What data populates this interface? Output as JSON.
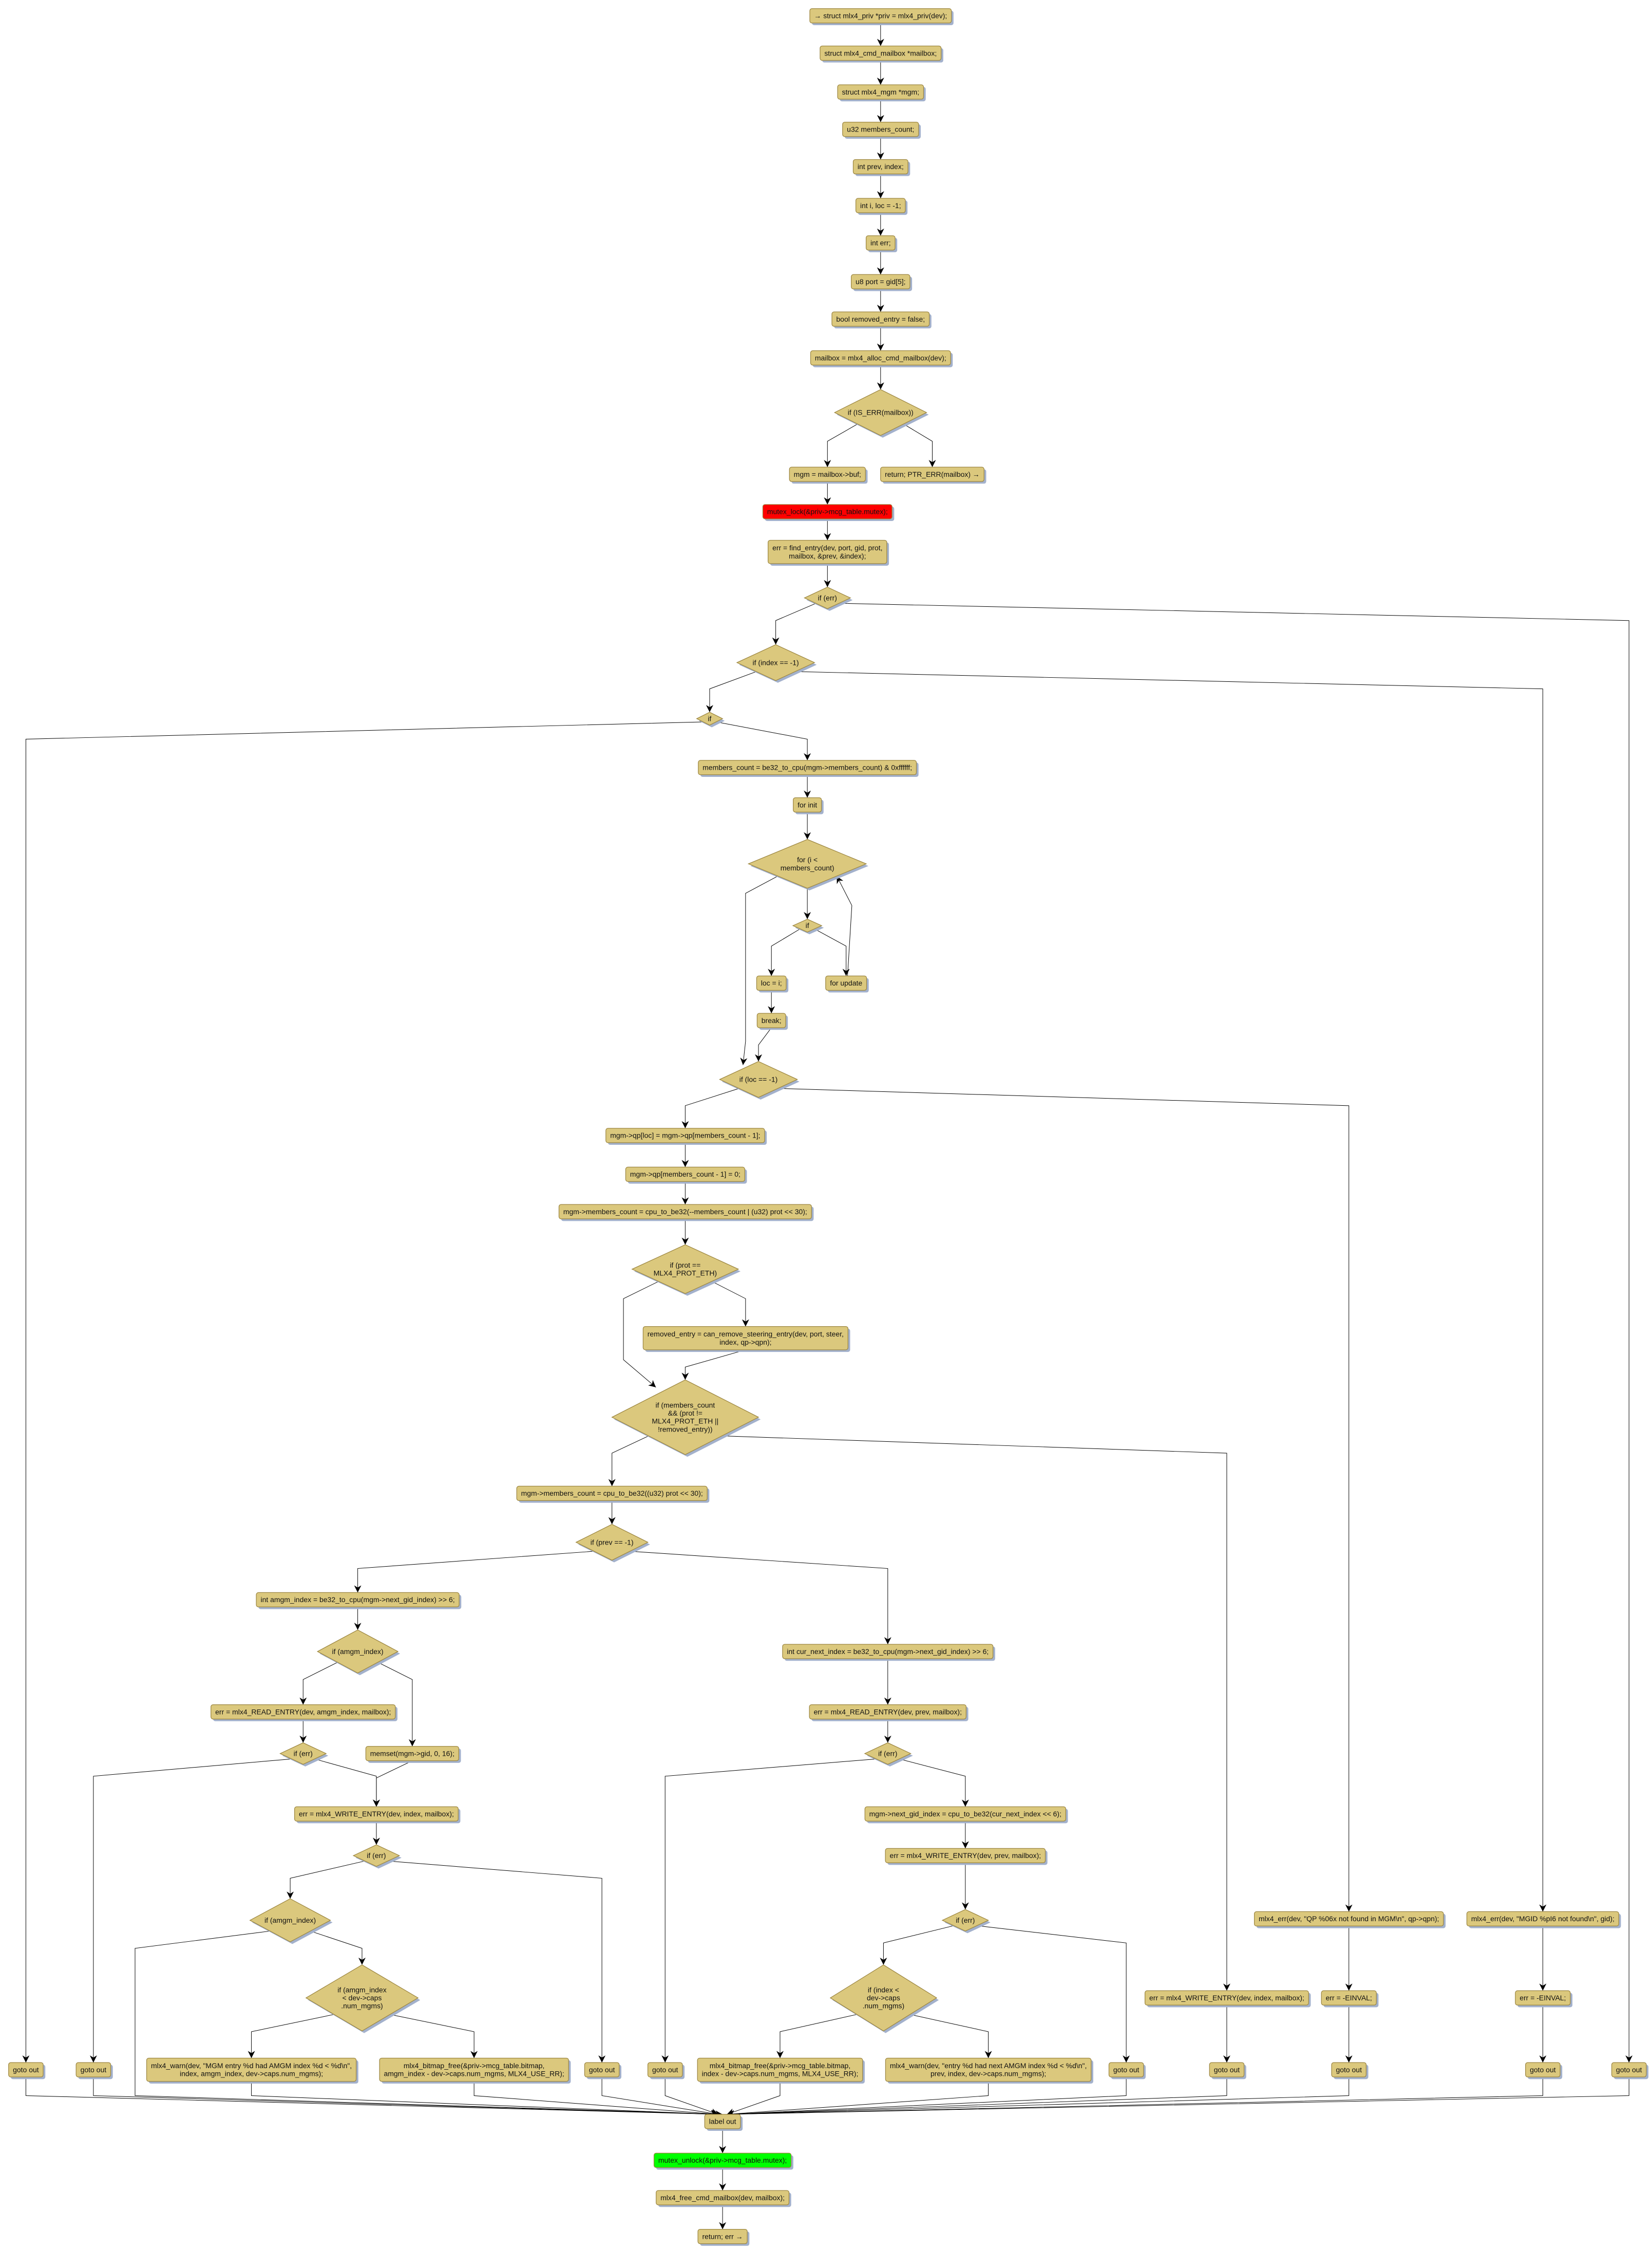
{
  "colors": {
    "node_fill": "#dbc87d",
    "node_border": "#9c8641",
    "lock": "#ff0000",
    "unlock": "#00ff00",
    "shadow": "#a3b1cc"
  },
  "nodes": [
    {
      "id": "n1",
      "kind": "box",
      "lines": [
        "→ struct mlx4_priv *priv = mlx4_priv(dev);"
      ]
    },
    {
      "id": "n2",
      "kind": "box",
      "lines": [
        "struct mlx4_cmd_mailbox *mailbox;"
      ]
    },
    {
      "id": "n3",
      "kind": "box",
      "lines": [
        "struct mlx4_mgm *mgm;"
      ]
    },
    {
      "id": "n4",
      "kind": "box",
      "lines": [
        "u32 members_count;"
      ]
    },
    {
      "id": "n5",
      "kind": "box",
      "lines": [
        "int prev, index;"
      ]
    },
    {
      "id": "n6",
      "kind": "box",
      "lines": [
        "int i, loc = -1;"
      ]
    },
    {
      "id": "n7",
      "kind": "box",
      "lines": [
        "int err;"
      ]
    },
    {
      "id": "n8",
      "kind": "box",
      "lines": [
        "u8 port = gid[5];"
      ]
    },
    {
      "id": "n9",
      "kind": "box",
      "lines": [
        "bool removed_entry = false;"
      ]
    },
    {
      "id": "n10",
      "kind": "box",
      "lines": [
        "mailbox = mlx4_alloc_cmd_mailbox(dev);"
      ]
    },
    {
      "id": "d1",
      "kind": "diamond",
      "lines": [
        "if (IS_ERR(mailbox))"
      ]
    },
    {
      "id": "n11",
      "kind": "box",
      "lines": [
        "mgm = mailbox->buf;"
      ]
    },
    {
      "id": "n12",
      "kind": "box",
      "lines": [
        "return; PTR_ERR(mailbox) →"
      ]
    },
    {
      "id": "n13",
      "kind": "box",
      "color": "red",
      "lines": [
        "mutex_lock(&priv->mcg_table.mutex);"
      ]
    },
    {
      "id": "n14",
      "kind": "box",
      "lines": [
        "err = find_entry(dev, port, gid, prot,",
        "mailbox, &prev, &index);"
      ]
    },
    {
      "id": "d2",
      "kind": "diamond",
      "lines": [
        "if (err)"
      ]
    },
    {
      "id": "d3",
      "kind": "diamond",
      "lines": [
        "if (index == -1)"
      ]
    },
    {
      "id": "d4",
      "kind": "diamond",
      "lines": [
        "if"
      ]
    },
    {
      "id": "n15",
      "kind": "box",
      "lines": [
        "members_count = be32_to_cpu(mgm->members_count) & 0xffffff;"
      ]
    },
    {
      "id": "n16",
      "kind": "box",
      "lines": [
        "for init"
      ]
    },
    {
      "id": "d5",
      "kind": "diamond",
      "lines": [
        "for (i <",
        "members_count)"
      ]
    },
    {
      "id": "d6",
      "kind": "diamond",
      "lines": [
        "if"
      ]
    },
    {
      "id": "n17",
      "kind": "box",
      "lines": [
        "loc = i;"
      ]
    },
    {
      "id": "n18",
      "kind": "box",
      "lines": [
        "for update"
      ]
    },
    {
      "id": "n19",
      "kind": "box",
      "lines": [
        "break;"
      ]
    },
    {
      "id": "d7",
      "kind": "diamond",
      "lines": [
        "if (loc == -1)"
      ]
    },
    {
      "id": "n20",
      "kind": "box",
      "lines": [
        "mgm->qp[loc] = mgm->qp[members_count - 1];"
      ]
    },
    {
      "id": "n21",
      "kind": "box",
      "lines": [
        "mgm->qp[members_count - 1] = 0;"
      ]
    },
    {
      "id": "n22",
      "kind": "box",
      "lines": [
        "mgm->members_count = cpu_to_be32(--members_count | (u32) prot << 30);"
      ]
    },
    {
      "id": "d8",
      "kind": "diamond",
      "lines": [
        "if (prot ==",
        "MLX4_PROT_ETH)"
      ]
    },
    {
      "id": "n23",
      "kind": "box",
      "lines": [
        "removed_entry = can_remove_steering_entry(dev, port, steer,",
        "index, qp->qpn);"
      ]
    },
    {
      "id": "d9",
      "kind": "diamond",
      "lines": [
        "if (members_count",
        "&& (prot !=",
        "MLX4_PROT_ETH ||",
        "!removed_entry))"
      ]
    },
    {
      "id": "n24",
      "kind": "box",
      "lines": [
        "mgm->members_count = cpu_to_be32((u32) prot << 30);"
      ]
    },
    {
      "id": "d10",
      "kind": "diamond",
      "lines": [
        "if (prev == -1)"
      ]
    },
    {
      "id": "n25",
      "kind": "box",
      "lines": [
        "int amgm_index = be32_to_cpu(mgm->next_gid_index) >> 6;"
      ]
    },
    {
      "id": "d11",
      "kind": "diamond",
      "lines": [
        "if (amgm_index)"
      ]
    },
    {
      "id": "n26",
      "kind": "box",
      "lines": [
        "err = mlx4_READ_ENTRY(dev, amgm_index, mailbox);"
      ]
    },
    {
      "id": "d12",
      "kind": "diamond",
      "lines": [
        "if (err)"
      ]
    },
    {
      "id": "n27",
      "kind": "box",
      "lines": [
        "memset(mgm->gid, 0, 16);"
      ]
    },
    {
      "id": "n28",
      "kind": "box",
      "lines": [
        "err = mlx4_WRITE_ENTRY(dev, index, mailbox);"
      ]
    },
    {
      "id": "d13",
      "kind": "diamond",
      "lines": [
        "if (err)"
      ]
    },
    {
      "id": "d14",
      "kind": "diamond",
      "lines": [
        "if (amgm_index)"
      ]
    },
    {
      "id": "d15",
      "kind": "diamond",
      "lines": [
        "if (amgm_index",
        "< dev->caps",
        ".num_mgms)"
      ]
    },
    {
      "id": "n29",
      "kind": "box",
      "lines": [
        "mlx4_warn(dev, \"MGM entry %d had AMGM index %d < %d\\n\",",
        "index, amgm_index, dev->caps.num_mgms);"
      ]
    },
    {
      "id": "n30",
      "kind": "box",
      "lines": [
        "mlx4_bitmap_free(&priv->mcg_table.bitmap,",
        "amgm_index - dev->caps.num_mgms, MLX4_USE_RR);"
      ]
    },
    {
      "id": "n31",
      "kind": "box",
      "lines": [
        "goto out"
      ]
    },
    {
      "id": "g1",
      "kind": "box",
      "lines": [
        "goto out"
      ]
    },
    {
      "id": "g2",
      "kind": "box",
      "lines": [
        "goto out"
      ]
    },
    {
      "id": "n32",
      "kind": "box",
      "lines": [
        "int cur_next_index = be32_to_cpu(mgm->next_gid_index) >> 6;"
      ]
    },
    {
      "id": "n33",
      "kind": "box",
      "lines": [
        "err = mlx4_READ_ENTRY(dev, prev, mailbox);"
      ]
    },
    {
      "id": "d16",
      "kind": "diamond",
      "lines": [
        "if (err)"
      ]
    },
    {
      "id": "g3",
      "kind": "box",
      "lines": [
        "goto out"
      ]
    },
    {
      "id": "n34",
      "kind": "box",
      "lines": [
        "mgm->next_gid_index = cpu_to_be32(cur_next_index << 6);"
      ]
    },
    {
      "id": "n35",
      "kind": "box",
      "lines": [
        "err = mlx4_WRITE_ENTRY(dev, prev, mailbox);"
      ]
    },
    {
      "id": "d17",
      "kind": "diamond",
      "lines": [
        "if (err)"
      ]
    },
    {
      "id": "d18",
      "kind": "diamond",
      "lines": [
        "if (index <",
        "dev->caps",
        ".num_mgms)"
      ]
    },
    {
      "id": "n36",
      "kind": "box",
      "lines": [
        "mlx4_bitmap_free(&priv->mcg_table.bitmap,",
        "index - dev->caps.num_mgms, MLX4_USE_RR);"
      ]
    },
    {
      "id": "n37",
      "kind": "box",
      "lines": [
        "mlx4_warn(dev, \"entry %d had next AMGM index %d < %d\\n\",",
        "prev, index, dev->caps.num_mgms);"
      ]
    },
    {
      "id": "g4",
      "kind": "box",
      "lines": [
        "goto out"
      ]
    },
    {
      "id": "n38",
      "kind": "box",
      "lines": [
        "err = mlx4_WRITE_ENTRY(dev, index, mailbox);"
      ]
    },
    {
      "id": "g5",
      "kind": "box",
      "lines": [
        "goto out"
      ]
    },
    {
      "id": "n39",
      "kind": "box",
      "lines": [
        "mlx4_err(dev, \"QP %06x not found in MGM\\n\", qp->qpn);"
      ]
    },
    {
      "id": "n40",
      "kind": "box",
      "lines": [
        "err = -EINVAL;"
      ]
    },
    {
      "id": "g6",
      "kind": "box",
      "lines": [
        "goto out"
      ]
    },
    {
      "id": "n41",
      "kind": "box",
      "lines": [
        "mlx4_err(dev, \"MGID %pI6 not found\\n\", gid);"
      ]
    },
    {
      "id": "n42",
      "kind": "box",
      "lines": [
        "err = -EINVAL;"
      ]
    },
    {
      "id": "g7",
      "kind": "box",
      "lines": [
        "goto out"
      ]
    },
    {
      "id": "g8",
      "kind": "box",
      "lines": [
        "goto out"
      ]
    },
    {
      "id": "n43",
      "kind": "box",
      "lines": [
        "label out"
      ]
    },
    {
      "id": "n44",
      "kind": "box",
      "color": "green",
      "lines": [
        "mutex_unlock(&priv->mcg_table.mutex);"
      ]
    },
    {
      "id": "n45",
      "kind": "box",
      "lines": [
        "mlx4_free_cmd_mailbox(dev, mailbox);"
      ]
    },
    {
      "id": "n46",
      "kind": "box",
      "lines": [
        "return; err →"
      ]
    }
  ],
  "edges": [
    [
      "n1",
      "n2"
    ],
    [
      "n2",
      "n3"
    ],
    [
      "n3",
      "n4"
    ],
    [
      "n4",
      "n5"
    ],
    [
      "n5",
      "n6"
    ],
    [
      "n6",
      "n7"
    ],
    [
      "n7",
      "n8"
    ],
    [
      "n8",
      "n9"
    ],
    [
      "n9",
      "n10"
    ],
    [
      "n10",
      "d1"
    ],
    [
      "d1",
      "n11"
    ],
    [
      "d1",
      "n12"
    ],
    [
      "n11",
      "n13"
    ],
    [
      "n13",
      "n14"
    ],
    [
      "n14",
      "d2"
    ],
    [
      "d2",
      "d3"
    ],
    [
      "d2",
      "g8"
    ],
    [
      "d3",
      "d4"
    ],
    [
      "d3",
      "n41"
    ],
    [
      "d4",
      "g1"
    ],
    [
      "d4",
      "n15"
    ],
    [
      "n15",
      "n16"
    ],
    [
      "n16",
      "d5"
    ],
    [
      "d5",
      "d6"
    ],
    [
      "d5",
      "d7"
    ],
    [
      "d6",
      "n17"
    ],
    [
      "d6",
      "n18"
    ],
    [
      "n17",
      "n19"
    ],
    [
      "n19",
      "d7"
    ],
    [
      "n18",
      "d5"
    ],
    [
      "d7",
      "n20"
    ],
    [
      "d7",
      "n39"
    ],
    [
      "n20",
      "n21"
    ],
    [
      "n21",
      "n22"
    ],
    [
      "n22",
      "d8"
    ],
    [
      "d8",
      "d9"
    ],
    [
      "d8",
      "n23"
    ],
    [
      "n23",
      "d9"
    ],
    [
      "d9",
      "n24"
    ],
    [
      "d9",
      "n38"
    ],
    [
      "n24",
      "d10"
    ],
    [
      "d10",
      "n25"
    ],
    [
      "d10",
      "n32"
    ],
    [
      "n25",
      "d11"
    ],
    [
      "d11",
      "n26"
    ],
    [
      "d11",
      "n27"
    ],
    [
      "n26",
      "d12"
    ],
    [
      "d12",
      "g2"
    ],
    [
      "d12",
      "n28"
    ],
    [
      "n27",
      "n28"
    ],
    [
      "n28",
      "d13"
    ],
    [
      "d13",
      "d14"
    ],
    [
      "d13",
      "n31"
    ],
    [
      "d14",
      "n43"
    ],
    [
      "d14",
      "d15"
    ],
    [
      "d15",
      "n29"
    ],
    [
      "d15",
      "n30"
    ],
    [
      "n32",
      "n33"
    ],
    [
      "n33",
      "d16"
    ],
    [
      "d16",
      "g3"
    ],
    [
      "d16",
      "n34"
    ],
    [
      "n34",
      "n35"
    ],
    [
      "n35",
      "d17"
    ],
    [
      "d17",
      "d18"
    ],
    [
      "d17",
      "g4"
    ],
    [
      "d18",
      "n36"
    ],
    [
      "d18",
      "n37"
    ],
    [
      "n38",
      "g5"
    ],
    [
      "n39",
      "n40"
    ],
    [
      "n40",
      "g6"
    ],
    [
      "n41",
      "n42"
    ],
    [
      "n42",
      "g7"
    ],
    [
      "g1",
      "n43"
    ],
    [
      "g2",
      "n43"
    ],
    [
      "n29",
      "n43"
    ],
    [
      "n30",
      "n43"
    ],
    [
      "n31",
      "n43"
    ],
    [
      "g3",
      "n43"
    ],
    [
      "n36",
      "n43"
    ],
    [
      "n37",
      "n43"
    ],
    [
      "g4",
      "n43"
    ],
    [
      "g5",
      "n43"
    ],
    [
      "g6",
      "n43"
    ],
    [
      "g7",
      "n43"
    ],
    [
      "g8",
      "n43"
    ],
    [
      "n43",
      "n44"
    ],
    [
      "n44",
      "n45"
    ],
    [
      "n45",
      "n46"
    ]
  ]
}
